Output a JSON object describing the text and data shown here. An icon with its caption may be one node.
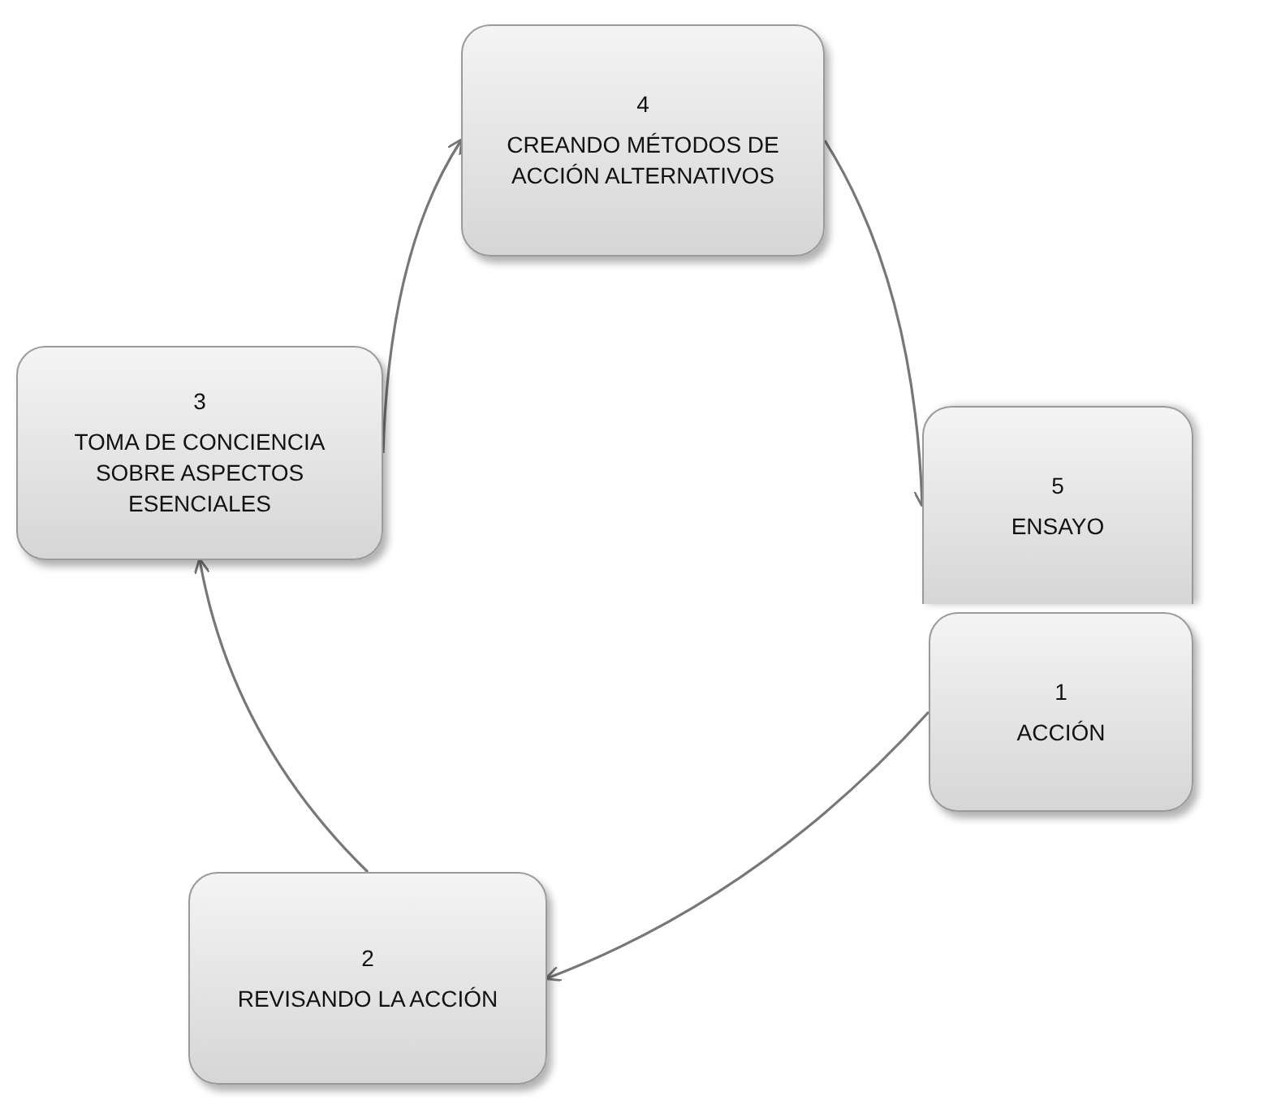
{
  "diagram": {
    "nodes": [
      {
        "text": [
          "4",
          "CREANDO MÉTODOS DE ACCIÓN ALTERNATIVOS"
        ]
      },
      {
        "text": [
          "3",
          "TOMA DE CONCIENCIA SOBRE ASPECTOS ESENCIALES"
        ]
      },
      {
        "text": [
          "5",
          "ENSAYO"
        ]
      },
      {
        "text": [
          "1",
          "ACCIÓN"
        ]
      },
      {
        "text": [
          "2",
          "REVISANDO LA ACCIÓN"
        ]
      }
    ],
    "edges": [
      {
        "from": 3,
        "to": 4,
        "arrow": "to"
      },
      {
        "from": 4,
        "to": 1,
        "arrow": "to"
      },
      {
        "from": 1,
        "to": 0,
        "arrow": "to"
      },
      {
        "from": 0,
        "to": 2,
        "arrow": "to"
      }
    ]
  }
}
